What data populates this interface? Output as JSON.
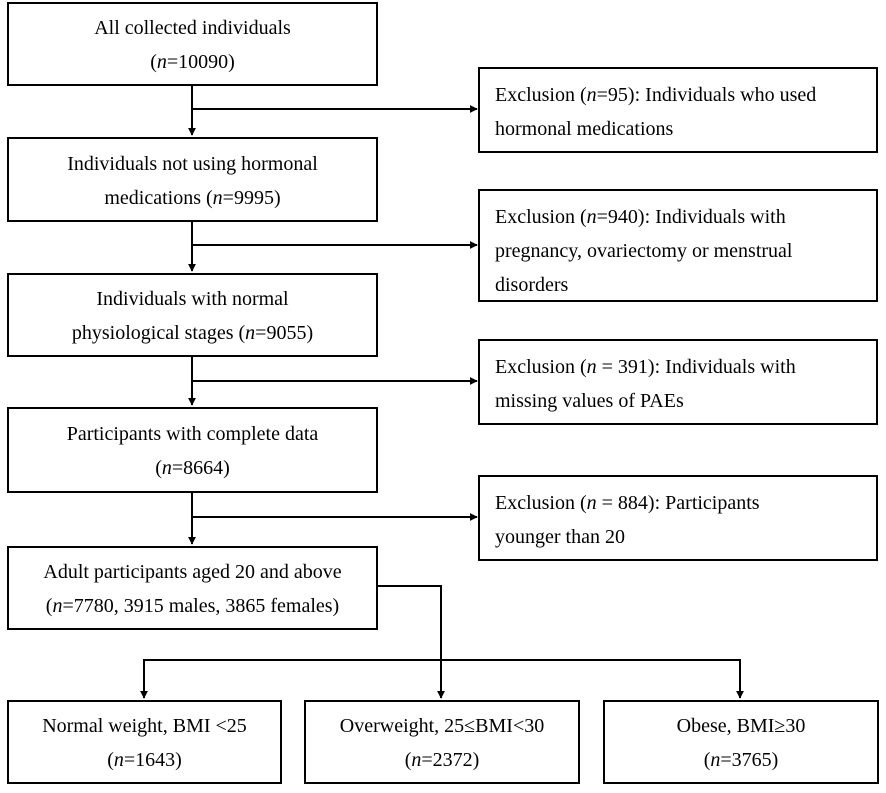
{
  "main_boxes": [
    {
      "line1": "All collected individuals",
      "pre": "(",
      "n": "n",
      "rest": "=10090)"
    },
    {
      "line1": "Individuals not using hormonal",
      "pre": "medications (",
      "n": "n",
      "rest": "=9995)"
    },
    {
      "line1": "Individuals with normal",
      "pre": "physiological stages (",
      "n": "n",
      "rest": "=9055)"
    },
    {
      "line1": "Participants with complete data",
      "pre": "(",
      "n": "n",
      "rest": "=8664)"
    },
    {
      "line1": "Adult participants aged 20 and above",
      "pre": "(",
      "n": "n",
      "rest": "=7780, 3915 males, 3865 females)"
    }
  ],
  "exclusions": [
    {
      "pre": "Exclusion (",
      "n": "n",
      "rest": "=95): Individuals who used",
      "line2": "hormonal medications",
      "line3": ""
    },
    {
      "pre": "Exclusion (",
      "n": "n",
      "rest": "=940): Individuals with",
      "line2": "pregnancy, ovariectomy or menstrual",
      "line3": "disorders"
    },
    {
      "pre": "Exclusion (",
      "n": "n",
      "rest": " = 391): Individuals with",
      "line2": "missing values of PAEs",
      "line3": ""
    },
    {
      "pre": "Exclusion (",
      "n": "n",
      "rest": " = 884): Participants",
      "line2": "younger than 20",
      "line3": ""
    }
  ],
  "groups": [
    {
      "line1": "Normal weight, BMI <25",
      "pre": "(",
      "n": "n",
      "rest": "=1643)"
    },
    {
      "line1": "Overweight, 25≤BMI<30",
      "pre": "(",
      "n": "n",
      "rest": "=2372)"
    },
    {
      "line1": "Obese, BMI≥30",
      "pre": "(",
      "n": "n",
      "rest": "=3765)"
    }
  ]
}
